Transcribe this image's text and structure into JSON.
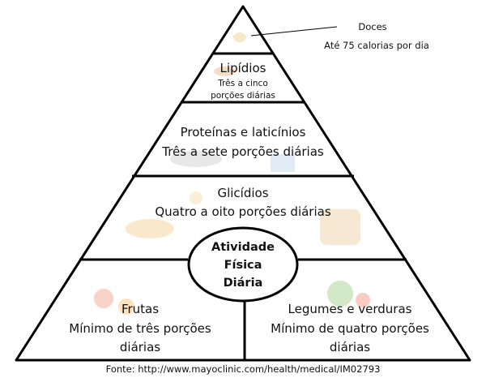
{
  "sweets": {
    "title": "Doces",
    "detail": "Até 75 calorias por dia"
  },
  "lipids": {
    "title": "Lipídios",
    "line1": "Três a cinco",
    "line2": "porções diárias"
  },
  "proteins": {
    "title": "Proteínas e laticínios",
    "detail": "Três a sete porções diárias"
  },
  "carbs": {
    "title": "Glicídios",
    "detail": "Quatro a oito porções diárias"
  },
  "activity": {
    "line1": "Atividade",
    "line2": "Física",
    "line3": "Diária"
  },
  "fruits": {
    "title": "Frutas",
    "line1": "Mínimo de três porções",
    "line2": "diárias"
  },
  "vegetables": {
    "title": "Legumes e verduras",
    "line1": "Mínimo de quatro porções",
    "line2": "diárias"
  },
  "source": "Fonte: http://www.mayoclinic.com/health/medical/IM02793",
  "colors": {
    "outline": "#000000",
    "fade_food": "#f3e7c9"
  }
}
